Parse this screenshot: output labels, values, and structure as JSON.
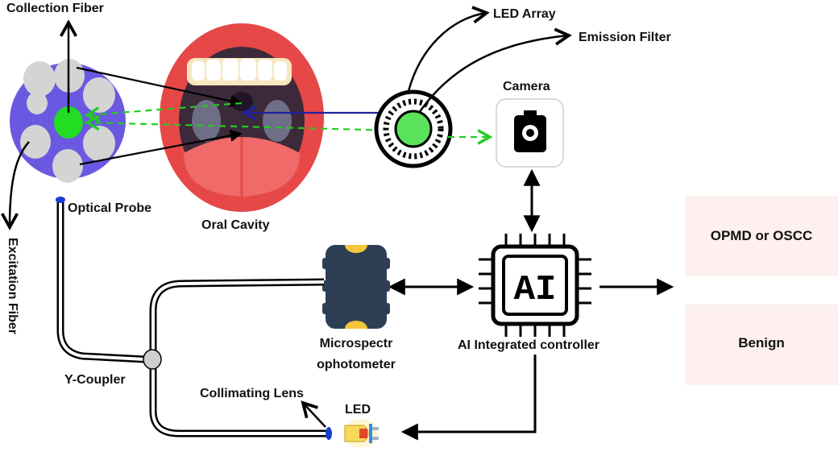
{
  "labels": {
    "collection_fiber": "Collection Fiber",
    "excitation_fiber": "Excitation Fiber",
    "optical_probe": "Optical Probe",
    "oral_cavity": "Oral Cavity",
    "led_array": "LED Array",
    "emission_filter": "Emission Filter",
    "camera": "Camera",
    "microspectrophotometer_line1": "Microspectr",
    "microspectrophotometer_line2": "ophotometer",
    "ai_controller": "AI Integrated controller",
    "y_coupler": "Y-Coupler",
    "collimating_lens": "Collimating Lens",
    "led": "LED",
    "ai_chip_text": "AI"
  },
  "outputs": {
    "opmd": "OPMD or OSCC",
    "benign": "Benign"
  },
  "colors": {
    "probe_body": "#6a59e0",
    "probe_fiber": "#d4d4d4",
    "collection_core": "#22dd22",
    "excitation_light": "#22cc22",
    "return_light": "#2020a0",
    "lip_red": "#e64848",
    "output_box": "#fdf0ee"
  },
  "icons": {
    "camera": "camera-icon",
    "ai_chip": "ai-chip-icon",
    "led": "led-bulb-icon",
    "microspectrophotometer": "spectrometer-chip-icon"
  }
}
